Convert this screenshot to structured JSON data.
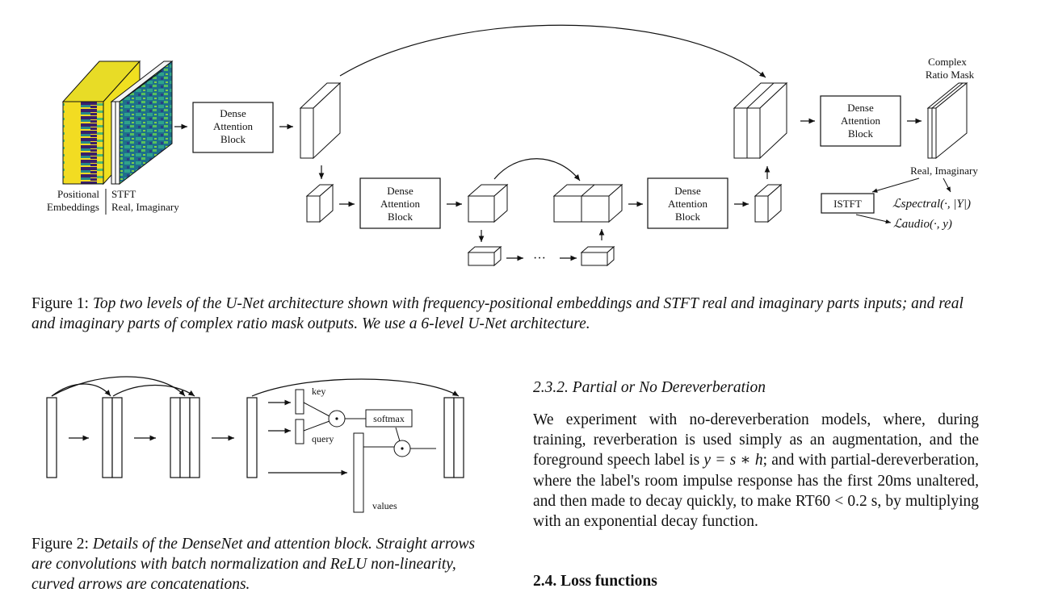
{
  "figure1": {
    "block_label": [
      "Dense",
      "Attention",
      "Block"
    ],
    "label_pos": [
      "Positional",
      "Embeddings"
    ],
    "label_stft": [
      "STFT",
      "Real, Imaginary"
    ],
    "label_mask": [
      "Complex",
      "Ratio Mask"
    ],
    "label_realimag": "Real, Imaginary",
    "istft": "ISTFT",
    "loss_spectral": "ℒspectral(·, |Y|)",
    "loss_audio": "ℒaudio(·, y)",
    "dots": "···",
    "caption_prefix": "Figure 1:",
    "caption_text": "Top two levels of the U-Net architecture shown with frequency-positional embeddings and STFT real and imaginary parts inputs; and real and imaginary parts of complex ratio mask outputs. We use a 6-level U-Net architecture."
  },
  "figure2": {
    "key": "key",
    "query": "query",
    "softmax": "softmax",
    "values": "values",
    "caption_prefix": "Figure 2:",
    "caption_text": "Details of the DenseNet and attention block. Straight arrows are convolutions with batch normalization and ReLU non-linearity, curved arrows are concatenations."
  },
  "section": {
    "subheading": "2.3.2.  Partial or No Dereverberation",
    "body_1": "We experiment with no-dereverberation models, where, during training, reverberation is used simply as an augmentation, and the foreground speech label is ",
    "eq_1": "y = s ∗ h",
    "body_2": "; and with partial-dereverberation, where the label's room impulse response has the first 20ms unaltered, and then made to decay quickly, to make ",
    "eq_2": "RT60 < 0.2 s",
    "body_3": ", by multiplying with an exponential decay function.",
    "heading": "2.4.  Loss functions"
  }
}
